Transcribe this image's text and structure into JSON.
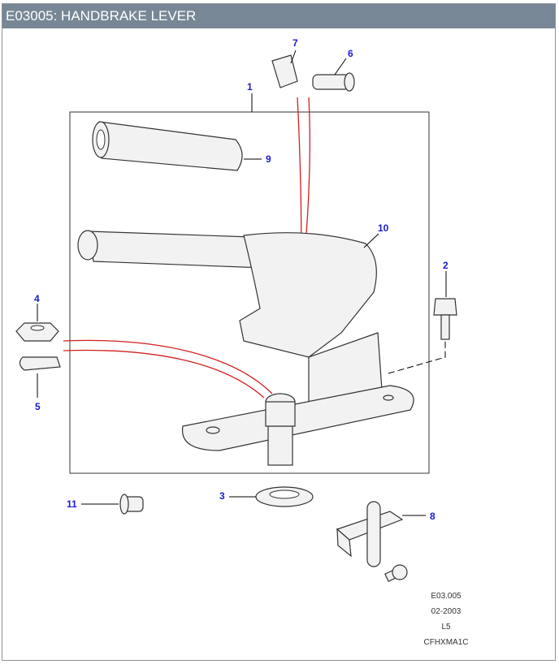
{
  "header": {
    "title": "E03005: HANDBRAKE LEVER"
  },
  "callouts": [
    "1",
    "2",
    "3",
    "4",
    "5",
    "6",
    "7",
    "8",
    "9",
    "10",
    "11"
  ],
  "footer": {
    "ref": "E03.005",
    "date": "02-2003",
    "level": "L5",
    "code": "CFHXMA1C"
  },
  "colors": {
    "header_bg": "#778795",
    "callout": "#1a1ad0",
    "cable": "#d42020"
  }
}
